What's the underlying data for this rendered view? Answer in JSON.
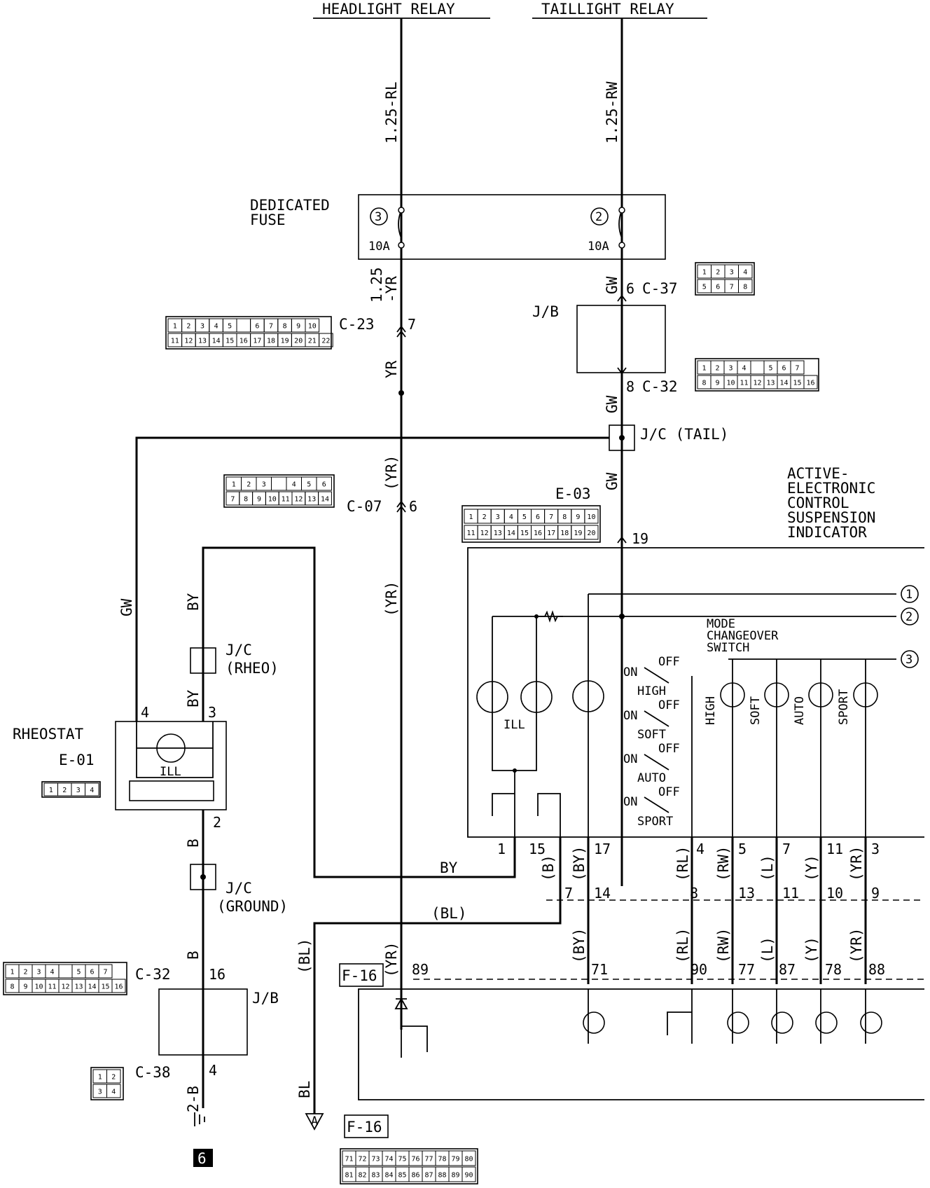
{
  "labels": {
    "headlight_relay": "HEADLIGHT RELAY",
    "taillight_relay": "TAILLIGHT RELAY",
    "dedicated": "DEDICATED",
    "fuse": "FUSE",
    "fuse3_num": "3",
    "fuse2_num": "2",
    "fuse3_rating": "10A",
    "fuse2_rating": "10A",
    "jb_top": "J/B",
    "jb_bottom": "J/B",
    "jc_tail": "J/C (TAIL)",
    "jc_rheo_1": "J/C",
    "jc_rheo_2": "(RHEO)",
    "jc_ground_1": "J/C",
    "jc_ground_2": "(GROUND)",
    "rheostat": "RHEOSTAT",
    "rheostat_conn": "E-01",
    "ill": "ILL",
    "ill_ind": "ILL",
    "aecs_1": "ACTIVE-",
    "aecs_2": "ELECTRONIC",
    "aecs_3": "CONTROL",
    "aecs_4": "SUSPENSION",
    "aecs_5": "INDICATOR",
    "mode_1": "MODE",
    "mode_2": "CHANGEOVER",
    "mode_3": "SWITCH",
    "sw_on": "ON",
    "sw_off": "OFF",
    "sw_high": "HIGH",
    "sw_soft": "SOFT",
    "sw_auto": "AUTO",
    "sw_sport": "SPORT",
    "led_high": "HIGH",
    "led_soft": "SOFT",
    "led_auto": "AUTO",
    "led_sport": "SPORT",
    "ref_1": "1",
    "ref_2": "2",
    "ref_3": "3",
    "ground_ref": "6",
    "arrow_a": "A"
  },
  "connectors": {
    "c23": "C-23",
    "c37": "C-37",
    "c32_top": "C-32",
    "c07": "C-07",
    "e03": "E-03",
    "c32_bottom": "C-32",
    "c38": "C-38",
    "f16_a": "F-16",
    "f16_b": "F-16"
  },
  "wires": {
    "w_rl": "1.25-RL",
    "w_rw": "1.25-RW",
    "w_yr_125_a": "1.25",
    "w_yr_125_b": "-YR",
    "w_gw_1": "GW",
    "w_gw_2": "GW",
    "w_gw_3": "GW",
    "w_gw_left": "GW",
    "w_yr": "YR",
    "w_yr_p1": "(YR)",
    "w_yr_p2": "(YR)",
    "w_yr_p3": "(YR)",
    "w_by_1": "BY",
    "w_by_2": "BY",
    "w_by_3": "BY",
    "w_b_1": "B",
    "w_b_2": "B",
    "w_2b": "2-B",
    "w_bl_p": "(BL)",
    "w_bl_p2": "(BL)",
    "w_bl": "BL",
    "w_b_p": "(B)",
    "w_by_p1": "(BY)",
    "w_by_p2": "(BY)",
    "w_rl_p1": "(RL)",
    "w_rl_p2": "(RL)",
    "w_rw_p1": "(RW)",
    "w_rw_p2": "(RW)",
    "w_l_p1": "(L)",
    "w_l_p2": "(L)",
    "w_y_p1": "(Y)",
    "w_y_p2": "(Y)",
    "w_yr_p4": "(YR)",
    "w_yr_p5": "(YR)"
  },
  "pins": {
    "p7": "7",
    "p6_c37": "6",
    "p8_c32": "8",
    "p6_c07": "6",
    "p19": "19",
    "p4_rh": "4",
    "p3_rh": "3",
    "p2_rh": "2",
    "p16": "16",
    "p4_c38": "4",
    "e1": "1",
    "e15": "15",
    "e17": "17",
    "e4": "4",
    "e5": "5",
    "e7": "7",
    "e11": "11",
    "e3": "3",
    "m7": "7",
    "m14": "14",
    "m8": "8",
    "m13": "13",
    "m11": "11",
    "m10": "10",
    "m9": "9",
    "f89": "89",
    "f71": "71",
    "f90": "90",
    "f77": "77",
    "f87": "87",
    "f78": "78",
    "f88": "88"
  },
  "connector_faces": {
    "c23_row1": [
      "1",
      "2",
      "3",
      "4",
      "5",
      "",
      "6",
      "7",
      "8",
      "9",
      "10"
    ],
    "c23_row2": [
      "11",
      "12",
      "13",
      "14",
      "15",
      "16",
      "17",
      "18",
      "19",
      "20",
      "21",
      "22"
    ],
    "c37_row1": [
      "1",
      "2",
      "3",
      "4"
    ],
    "c37_row2": [
      "5",
      "6",
      "7",
      "8"
    ],
    "c32_row1": [
      "1",
      "2",
      "3",
      "4",
      "",
      "5",
      "6",
      "7"
    ],
    "c32_row2": [
      "8",
      "9",
      "10",
      "11",
      "12",
      "13",
      "14",
      "15",
      "16"
    ],
    "c07_row1": [
      "1",
      "2",
      "3",
      "",
      "4",
      "5",
      "6"
    ],
    "c07_row2": [
      "7",
      "8",
      "9",
      "10",
      "11",
      "12",
      "13",
      "14"
    ],
    "e03_row1": [
      "1",
      "2",
      "3",
      "4",
      "5",
      "6",
      "7",
      "8",
      "9",
      "10"
    ],
    "e03_row2": [
      "11",
      "12",
      "13",
      "14",
      "15",
      "16",
      "17",
      "18",
      "19",
      "20"
    ],
    "e01_row": [
      "1",
      "2",
      "3",
      "4"
    ],
    "c38_row1": [
      "1",
      "2"
    ],
    "c38_row2": [
      "3",
      "4"
    ],
    "f16_row1": [
      "71",
      "72",
      "73",
      "74",
      "75",
      "76",
      "77",
      "78",
      "79",
      "80"
    ],
    "f16_row2": [
      "81",
      "82",
      "83",
      "84",
      "85",
      "86",
      "87",
      "88",
      "89",
      "90"
    ]
  }
}
